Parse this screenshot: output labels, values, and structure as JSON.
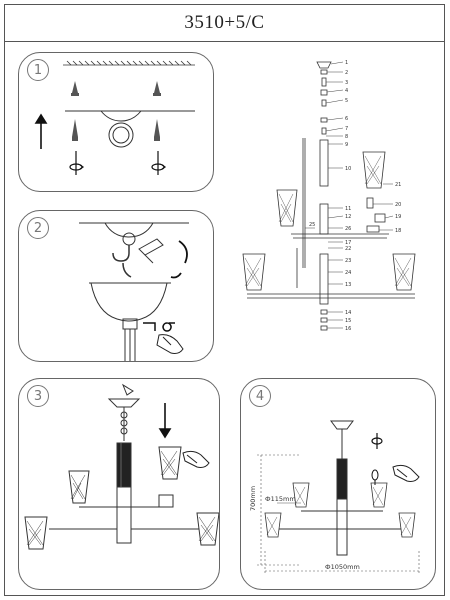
{
  "title": "3510+5/C",
  "steps": [
    {
      "number": "1"
    },
    {
      "number": "2"
    },
    {
      "number": "3"
    },
    {
      "number": "4"
    }
  ],
  "dimensions": {
    "height": "700mm",
    "small_diameter": "Ф115mm",
    "diameter": "Ф1050mm"
  },
  "part_numbers": [
    "1",
    "2",
    "3",
    "4",
    "5",
    "6",
    "7",
    "8",
    "9",
    "10",
    "11",
    "12",
    "13",
    "14",
    "15",
    "16",
    "17",
    "18",
    "19",
    "20",
    "21",
    "22",
    "23",
    "24",
    "25",
    "26"
  ],
  "icons": [
    "gloved-hand-icon",
    "screw-turn-icon",
    "down-arrow-icon",
    "up-arrow-icon",
    "rotate-arrow-icon",
    "hex-key-icon",
    "bulb-icon"
  ]
}
